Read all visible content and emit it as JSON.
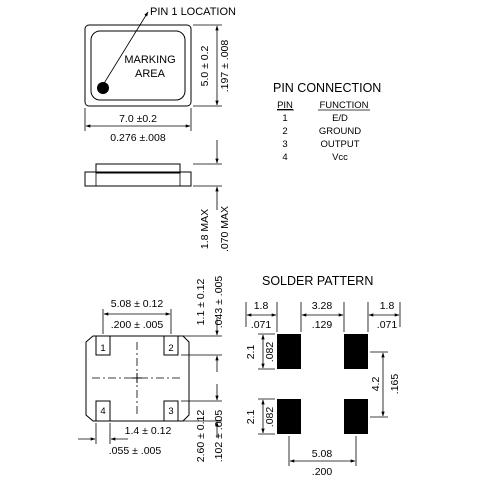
{
  "top_view": {
    "pin1_location": "PIN 1 LOCATION",
    "marking_line1": "MARKING",
    "marking_line2": "AREA",
    "width_mm": "7.0 ±0.2",
    "width_in": "0.276 ±.008",
    "height_mm": "5.0 ± 0.2",
    "height_in": ".197 ± .008"
  },
  "pin_connection": {
    "title": "PIN CONNECTION",
    "col_pin": "PIN",
    "col_function": "FUNCTION",
    "rows": [
      {
        "pin": "1",
        "function": "E/D"
      },
      {
        "pin": "2",
        "function": "GROUND"
      },
      {
        "pin": "3",
        "function": "OUTPUT"
      },
      {
        "pin": "4",
        "function": "Vcc"
      }
    ]
  },
  "side_view": {
    "height_mm": "1.8 MAX",
    "height_in": ".070 MAX"
  },
  "bottom_view": {
    "pad_pitch_mm": "5.08 ± 0.12",
    "pad_pitch_in": ".200 ± .005",
    "pad_gap_mm": "1.4 ± 0.12",
    "pad_gap_in": ".055 ± .005",
    "pad_height_mm": "1.1 ± 0.12",
    "pad_height_in": ".043 ± .005",
    "pad_spacing_mm": "2.60 ± 0.12",
    "pad_spacing_in": ".102 ± .005",
    "pad_labels": [
      "1",
      "2",
      "3",
      "4"
    ]
  },
  "solder_pattern": {
    "title": "SOLDER PATTERN",
    "left_mm": "1.8",
    "left_in": ".071",
    "mid_mm": "3.28",
    "mid_in": ".129",
    "right_mm": "1.8",
    "right_in": ".071",
    "pad_h_mm": "2.1",
    "pad_h_in": ".082",
    "pad_h2_mm": "2.1",
    "pad_h2_in": ".082",
    "vert_mm": "4.2",
    "vert_in": ".165",
    "bottom_mm": "5.08",
    "bottom_in": ".200"
  }
}
